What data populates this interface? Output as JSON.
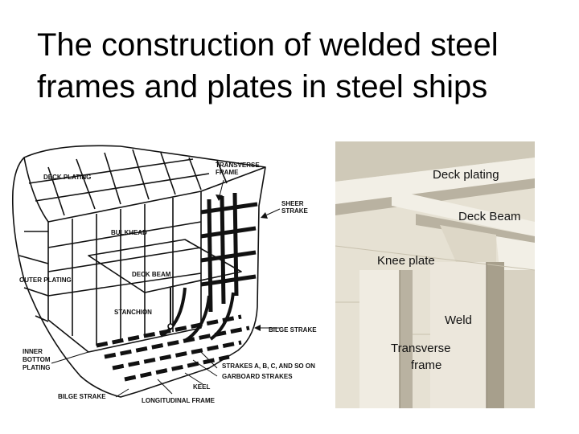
{
  "title": {
    "line1": "The construction of welded steel",
    "line2": "frames and plates in steel ships"
  },
  "hull_labels": {
    "deck_plating": "DECK PLATING",
    "transverse_frame_1": "TRANSVERSE",
    "transverse_frame_2": "FRAME",
    "sheer_strake_1": "SHEER",
    "sheer_strake_2": "STRAKE",
    "bulkhead": "BULKHEAD",
    "outer_plating": "OUTER PLATING",
    "deck_beam": "DECK BEAM",
    "stanchion": "STANCHION",
    "bilge_strake_right": "BILGE STRAKE",
    "inner_bottom_1": "INNER",
    "inner_bottom_2": "BOTTOM",
    "inner_bottom_3": "PLATING",
    "strakes": "STRAKES A, B, C, AND SO ON",
    "garboard": "GARBOARD STRAKES",
    "keel": "KEEL",
    "bilge_strake_left": "BILGE STRAKE",
    "longitudinal_frame": "LONGITUDINAL FRAME"
  },
  "photo_labels": {
    "deck_plating": "Deck plating",
    "deck_beam": "Deck Beam",
    "knee_plate": "Knee plate",
    "weld": "Weld",
    "transverse_1": "Transverse",
    "transverse_2": "frame"
  },
  "colors": {
    "photo_wall": "#e6e1d3",
    "photo_shadow": "#b9b2a1",
    "photo_beam": "#f2efe6",
    "photo_dark": "#8e8674"
  }
}
